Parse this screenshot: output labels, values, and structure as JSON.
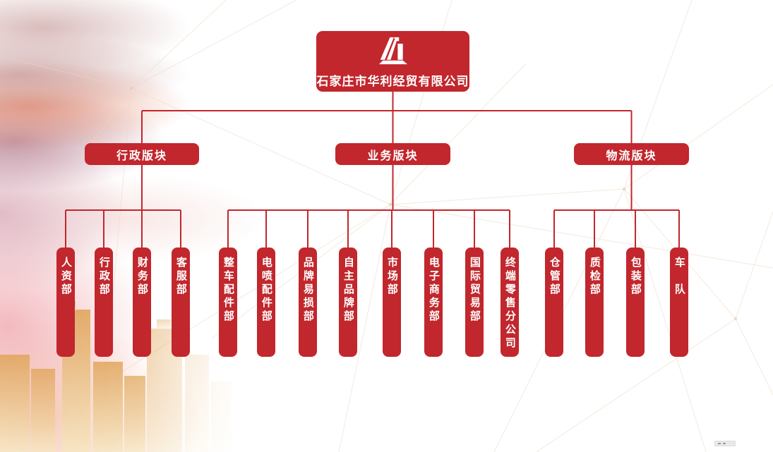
{
  "company": {
    "title": "石家庄市华利经贸有限公司",
    "logo_icon": "bridge-tower-logo"
  },
  "colors": {
    "primary_red": "#c1272d",
    "connector_red": "#c1272d",
    "text_white": "#ffffff",
    "mesh_line": "#ecd8c0",
    "skyline_gold": "#e5b26a"
  },
  "divisions": [
    {
      "label": "行政版块",
      "departments": [
        "人资部",
        "行政部",
        "财务部",
        "客服部"
      ]
    },
    {
      "label": "业务版块",
      "departments": [
        "整车配件部",
        "电喷配件部",
        "品牌易损部",
        "自主品牌部",
        "市场部",
        "电子商务部",
        "国际贸易部",
        "终端零售分公司"
      ]
    },
    {
      "label": "物流版块",
      "departments": [
        "仓管部",
        "质检部",
        "包装部",
        "车　队"
      ]
    }
  ]
}
